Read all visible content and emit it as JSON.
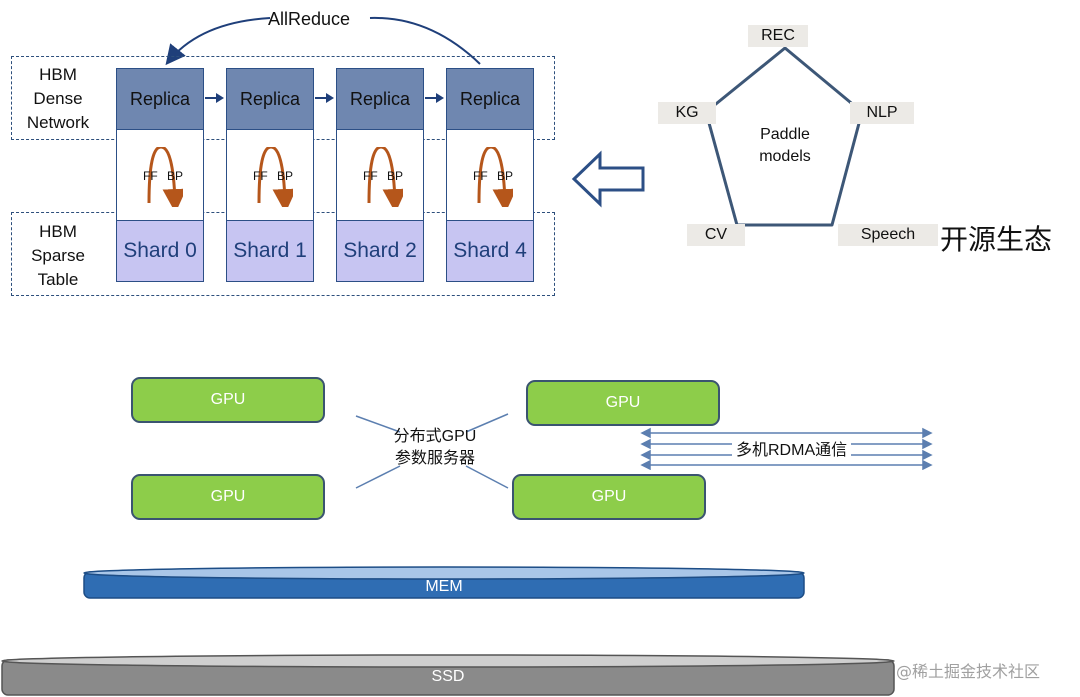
{
  "top_left": {
    "allreduce_label": "AllReduce",
    "dense_label": [
      "HBM",
      "Dense",
      "Network"
    ],
    "sparse_label": [
      "HBM",
      "Sparse",
      "Table"
    ],
    "ff_label": "FF",
    "bp_label": "BP",
    "columns": [
      {
        "replica": "Replica",
        "shard": "Shard 0"
      },
      {
        "replica": "Replica",
        "shard": "Shard 1"
      },
      {
        "replica": "Replica",
        "shard": "Shard 2"
      },
      {
        "replica": "Replica",
        "shard": "Shard 4"
      }
    ]
  },
  "pentagon": {
    "center_label": [
      "Paddle",
      "models"
    ],
    "vertices": [
      "REC",
      "NLP",
      "Speech",
      "CV",
      "KG"
    ],
    "ecosystem_label": "开源生态"
  },
  "bottom": {
    "gpus": [
      "GPU",
      "GPU",
      "GPU",
      "GPU"
    ],
    "param_server_label": [
      "分布式GPU",
      "参数服务器"
    ],
    "rdma_label": "多机RDMA通信",
    "mem_label": "MEM",
    "ssd_label": "SSD"
  },
  "watermark": "@稀土掘金技术社区",
  "colors": {
    "replica": "#6f87b0",
    "shard": "#c7c5f2",
    "border": "#2c4f86",
    "arc": "#b5561b",
    "gpu": "#8dcd4a",
    "mem": "#2f6db3",
    "ssd": "#8a8a8a"
  }
}
